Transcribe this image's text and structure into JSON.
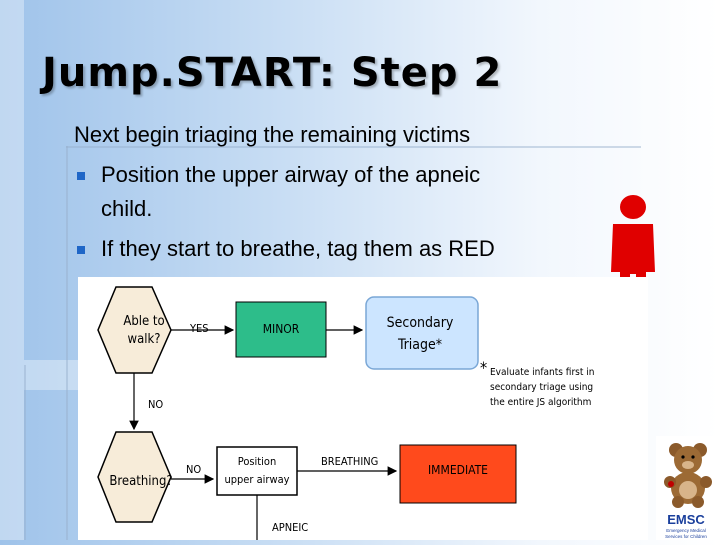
{
  "slide": {
    "title": "Jump.START: Step 2",
    "intro": "Next begin triaging the remaining victims",
    "bullets": [
      "Position the upper airway of the apneic",
      "child.",
      "If they start to breathe, tag them as RED"
    ]
  },
  "flowchart": {
    "able_to_walk_1": "Able to",
    "able_to_walk_2": "walk?",
    "yes_label": "YES",
    "minor_label": "MINOR",
    "secondary_1": "Secondary",
    "secondary_2": "Triage*",
    "no_label_1": "NO",
    "footnote_star": "*",
    "footnote_1": "Evaluate infants first in",
    "footnote_2": "secondary triage using",
    "footnote_3": "the entire JS algorithm",
    "breathing_label": "Breathing?",
    "no_label_2": "NO",
    "position_1": "Position",
    "position_2": "upper airway",
    "breathing_edge": "BREATHING",
    "immediate_label": "IMMEDIATE",
    "apneic_label": "APNEIC"
  },
  "logo": {
    "text": "EMSC",
    "subtext_1": "Emergency Medical",
    "subtext_2": "Services for Children"
  },
  "colors": {
    "minor": "#2dbd8a",
    "secondary": "#cce5ff",
    "hexagon": "#f7ecd9",
    "immediate": "#ff4a1c",
    "red_figure": "#e00000",
    "bullet": "#1f66c7"
  }
}
